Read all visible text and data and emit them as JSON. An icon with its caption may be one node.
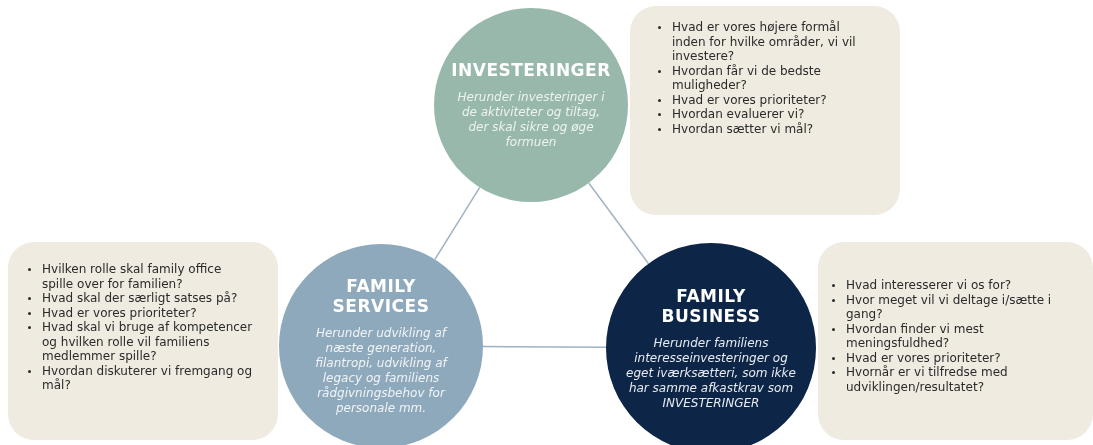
{
  "diagram": {
    "nodes": [
      {
        "text": [
          "INVESTERINGER",
          "Herunder investeringer i de aktiviteter og tiltag, der skal sikre og øge formuen"
        ]
      },
      {
        "text": [
          "Hvad er vores højere formål inden for hvilke områder, vi vil investere?",
          "Hvordan får vi de bedste muligheder?",
          "Hvad er vores prioriteter?",
          "Hvordan evaluerer vi?",
          "Hvordan sætter vi mål?"
        ]
      },
      {
        "text": [
          "Hvilken rolle skal family office spille over for familien?",
          "Hvad skal der særligt satses på?",
          "Hvad er vores prioriteter?",
          "Hvad skal vi bruge af kompetencer og hvilken rolle vil familiens medlemmer spille?",
          "Hvordan diskuterer vi fremgang og mål?"
        ]
      },
      {
        "text": [
          "FAMILY SERVICES",
          "Herunder udvikling af næste generation, filantropi, udvikling af legacy og familiens rådgivningsbehov for personale mm."
        ]
      },
      {
        "text": [
          "FAMILY BUSINESS",
          "Herunder familiens interesseinvesteringer og eget iværksætteri, som ikke har samme afkastkrav som INVESTERINGER"
        ]
      },
      {
        "text": [
          "Hvad interesserer vi os for?",
          "Hvor meget vil vi deltage i/sætte i gang?",
          "Hvordan finder vi mest meningsfuldhed?",
          "Hvad er vores prioriteter?",
          "Hvornår er vi tilfredse med udviklingen/resultatet?"
        ]
      }
    ],
    "edges": [
      {
        "from": 0,
        "to": 3,
        "arrow": "none"
      },
      {
        "from": 0,
        "to": 4,
        "arrow": "none"
      },
      {
        "from": 3,
        "to": 4,
        "arrow": "none"
      }
    ]
  }
}
